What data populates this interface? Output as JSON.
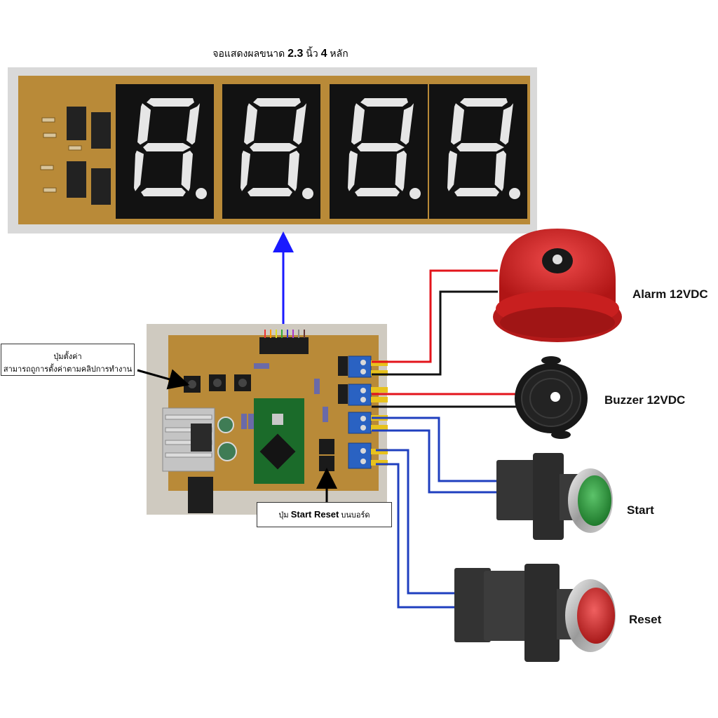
{
  "display_title": {
    "prefix": "จอแสดงผลขนาด",
    "size": "2.3",
    "unit": "นิ้ว",
    "digits": "4",
    "suffix": "หลัก"
  },
  "callout_settings": {
    "line1": "ปุ่มตั้งค่า",
    "line2": "สามารถถูการตั้งค่าตามคลิปการทำงาน"
  },
  "callout_startreset": {
    "prefix": "ปุ่ม",
    "bold": "Start Reset",
    "suffix": "บนบอร์ด"
  },
  "devices": {
    "alarm": "Alarm 12VDC",
    "buzzer": "Buzzer 12VDC",
    "start": "Start",
    "reset": "Reset"
  },
  "colors": {
    "pcb": "#b98a38",
    "digit_bg": "#121212",
    "segment": "#e6e6e6",
    "wire_red": "#e3141b",
    "wire_black": "#111111",
    "wire_blue": "#1f3fbf",
    "arrow_blue": "#1a1aff",
    "bell_red": "#d21f1f",
    "button_green": "#2e9a3e",
    "button_red": "#cf2a2a"
  }
}
